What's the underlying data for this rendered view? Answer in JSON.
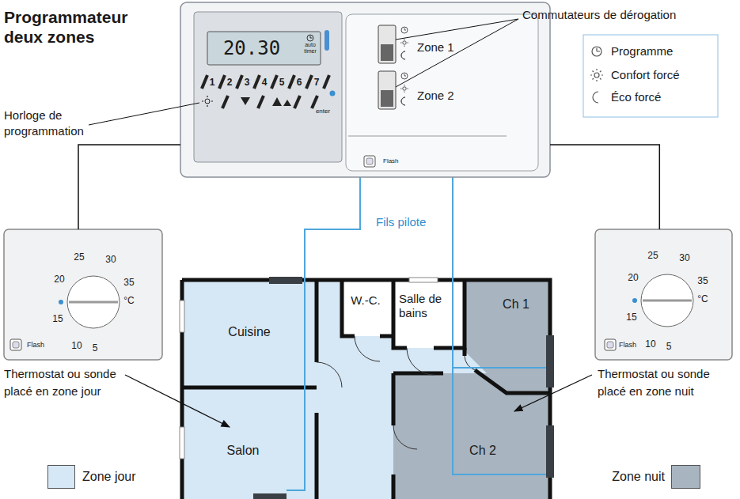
{
  "diagram": {
    "nodes": [
      {
        "text": [
          "Programmateur deux zones"
        ]
      },
      {
        "text": [
          "20.30",
          "auto",
          "timer",
          "1",
          "2",
          "3",
          "4",
          "5",
          "6",
          "7",
          "enter"
        ],
        "in": 0
      },
      {
        "text": [
          "Zone 1",
          "Zone 2",
          "Flash"
        ],
        "in": 0
      },
      {
        "text": [
          "25",
          "30",
          "20",
          "35",
          "15",
          "°C",
          "10",
          "5",
          "Flash"
        ]
      },
      {
        "text": [
          "25",
          "30",
          "20",
          "35",
          "15",
          "°C",
          "10",
          "5",
          "Flash"
        ]
      },
      {
        "text": [
          "Cuisine"
        ]
      },
      {
        "text": [
          "W.-C."
        ]
      },
      {
        "text": [
          "Salle de bains"
        ]
      },
      {
        "text": [
          "Ch 1"
        ]
      },
      {
        "text": [
          "Salon"
        ]
      },
      {
        "text": [
          "Ch 2"
        ]
      }
    ],
    "edges": [
      {
        "from": 0,
        "to": 3,
        "arrow": "none"
      },
      {
        "from": 0,
        "to": 4,
        "arrow": "none"
      }
    ],
    "labels": [
      "Commutateurs de dérogation",
      "Horloge de programmation",
      "Fils pilote",
      "Thermostat ou sonde placé en zone jour",
      "Thermostat ou sonde placé en zone nuit"
    ],
    "legend": [
      {
        "text": "Programme"
      },
      {
        "text": "Confort forcé"
      },
      {
        "text": "Éco forcé"
      },
      {
        "text": "Zone jour",
        "color": "#d6e7f5"
      },
      {
        "text": "Zone nuit",
        "color": "#a8b4c0"
      }
    ]
  }
}
